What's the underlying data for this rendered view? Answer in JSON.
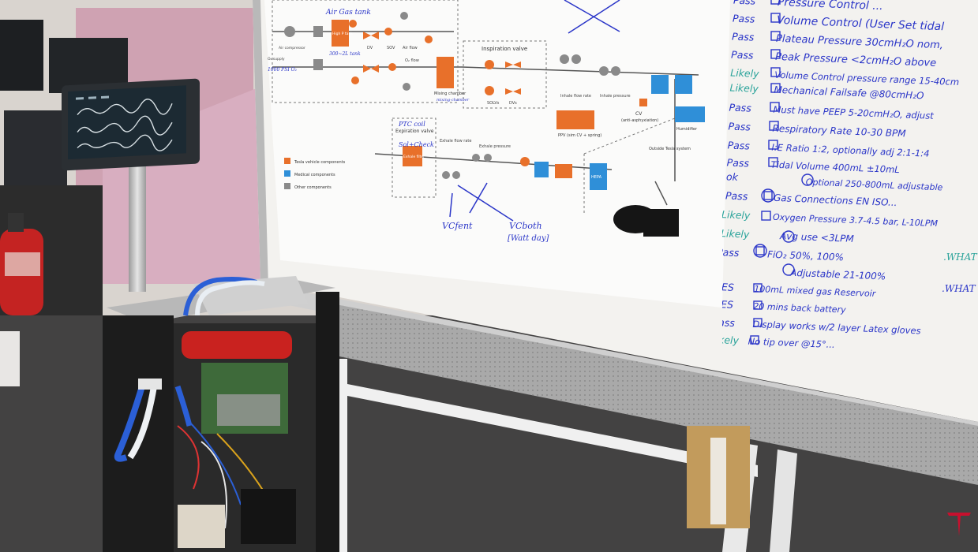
{
  "diagram": {
    "labels": {
      "inspiration_valve": "Inspiration valve",
      "expiration_valve": "Expiration valve",
      "inhale_flow_rate": "Inhale flow rate",
      "inhale_pressure": "Inhale pressure",
      "exhale_flow_rate": "Exhale flow rate",
      "exhale_pressure": "Exhale pressure",
      "cv": "CV",
      "cv_sub": "(anti-asphyxiation)",
      "ppv": "PPV (sim CV + spring)",
      "mixing_chamber": "Mixing chamber",
      "humidifier": "Humidifier",
      "outside_tesla": "Outside Tesla system",
      "solv": "SOLVs",
      "dvs": "DVs",
      "air_flow": "Air flow",
      "o2_flow": "O₂ flow",
      "dv": "DV",
      "sov": "SOV",
      "air_compressor": "Air compressor",
      "o2_supply": "O₂ supply",
      "high_p_tank": "High P tank",
      "exhale_filter": "Exhale filter",
      "hepa": "HEPA",
      "mixing_label_hw": "mixing-chamber",
      "tank_hw": "300~2L tank"
    },
    "legend": [
      {
        "label": "Tesla vehicle components",
        "color": "#e8702a"
      },
      {
        "label": "Medical components",
        "color": "#2f8fd8"
      },
      {
        "label": "Other components",
        "color": "#8a8a8a"
      }
    ],
    "annotations": {
      "air_gas_tank": "Air Gas tank",
      "o2_supply_hw": "1000 PSI O₂",
      "ptc_coil": "PTC coil",
      "sol_check": "Sol+Check",
      "vc_fent": "VCfent",
      "vc_both": "VCboth",
      "watt_day": "[Watt day]"
    }
  },
  "requirements": [
    {
      "status": "Pass",
      "text": "Pressure Control ..."
    },
    {
      "status": "Pass",
      "text": "Volume Control (User Set tidal"
    },
    {
      "status": "Pass",
      "text": "Plateau Pressure 30cmH₂O nom,"
    },
    {
      "status": "Pass",
      "text": "Peak Pressure <2cmH₂O above"
    },
    {
      "status": "Likely",
      "text": "Volume Control pressure range  15-40cm"
    },
    {
      "status": "Likely",
      "text": "Mechanical Failsafe @80cmH₂O"
    },
    {
      "status": "Pass",
      "text": "Must have PEEP 5-20cmH₂O, adjust"
    },
    {
      "status": "Pass",
      "text": "Respiratory Rate 10-30 BPM"
    },
    {
      "status": "Pass",
      "text": "I:E Ratio 1:2, optionally adj 2:1-1:4"
    },
    {
      "status": "Pass",
      "text": "Tidal Volume 400mL ±10mL"
    },
    {
      "status": "ok",
      "text": "Optional 250-800mL adjustable"
    },
    {
      "status": "Pass",
      "text": "Gas Connections EN ISO..."
    },
    {
      "status": "Likely",
      "text": "Oxygen Pressure 3.7-4.5 bar, L-10LPM"
    },
    {
      "status": "Likely",
      "text": "Avg use <3LPM"
    },
    {
      "status": "Pass",
      "text": "FiO₂ 50%, 100%"
    },
    {
      "status": "",
      "text": "Adjustable 21-100%"
    },
    {
      "status": "YES",
      "text": "100mL mixed gas Reservoir"
    },
    {
      "status": "YES",
      "text": "20 mins back battery"
    },
    {
      "status": "Pass",
      "text": "Display works w/2 layer Latex gloves"
    },
    {
      "status": "Likely",
      "text": "No tip over @15°..."
    }
  ],
  "side_notes": [
    ".WHAT C",
    ".WHAT O"
  ],
  "colors": {
    "tesla_orange": "#e8702a",
    "medical_blue": "#2f8fd8",
    "marker_blue": "#2a35c8",
    "marker_teal": "#2aa39a",
    "tesla_red": "#c8102e"
  },
  "icons": [
    "monitor-screen-icon",
    "fire-extinguisher-icon",
    "tesla-logo-icon",
    "patient-head-icon"
  ]
}
